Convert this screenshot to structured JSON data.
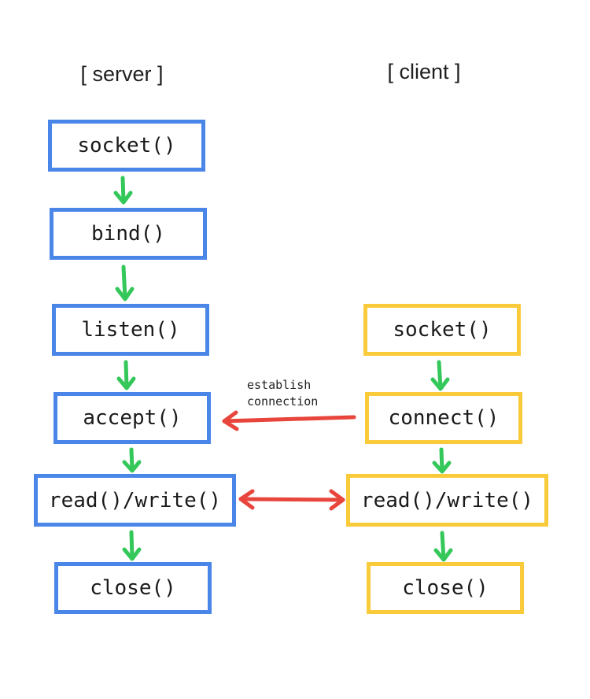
{
  "headers": {
    "server": "[ server ]",
    "client": "[ client ]"
  },
  "server_boxes": [
    "socket()",
    "bind()",
    "listen()",
    "accept()",
    "read()/write()",
    "close()"
  ],
  "client_boxes": [
    "socket()",
    "connect()",
    "read()/write()",
    "close()"
  ],
  "annotation": {
    "line1": "establish",
    "line2": "connection"
  },
  "colors": {
    "server_border": "#4a86e8",
    "client_border": "#f9cb3a",
    "flow_arrow": "#34c759",
    "connection_arrow": "#e8453c"
  }
}
